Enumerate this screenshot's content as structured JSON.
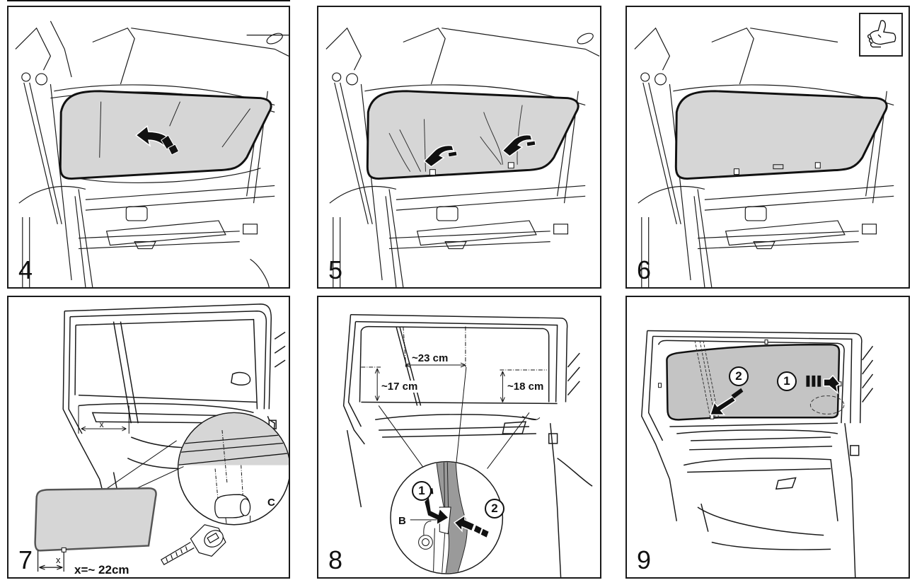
{
  "document": {
    "type": "installation-instructions",
    "subject": "sun shade installation on vehicle windows"
  },
  "panels": [
    {
      "step": "4",
      "scene": "tailgate-rear-window",
      "action": "insert shade into rear window, arrow pointing up-left"
    },
    {
      "step": "5",
      "scene": "tailgate-rear-window",
      "action": "fold lower edge behind clips, two curved arrows"
    },
    {
      "step": "6",
      "scene": "tailgate-rear-window",
      "action": "shade fitted",
      "badge": "thumbs-up"
    },
    {
      "step": "7",
      "scene": "rear-side-door",
      "labels": {
        "x_marker": "x",
        "x_formula": "x=~ 22cm",
        "callout": "C"
      }
    },
    {
      "step": "8",
      "scene": "rear-side-door",
      "labels": {
        "dim_top": "~23 cm",
        "dim_left": "~17 cm",
        "dim_right": "~18 cm",
        "callout": "B",
        "marker_1": "1",
        "marker_2": "2"
      }
    },
    {
      "step": "9",
      "scene": "rear-side-door",
      "labels": {
        "marker_1": "1",
        "marker_2": "2"
      }
    }
  ],
  "colors": {
    "line": "#1a1a1a",
    "shade_fill": "#d6d6d6",
    "shade_fill_dark": "#b9b9b9",
    "paper": "#ffffff"
  }
}
